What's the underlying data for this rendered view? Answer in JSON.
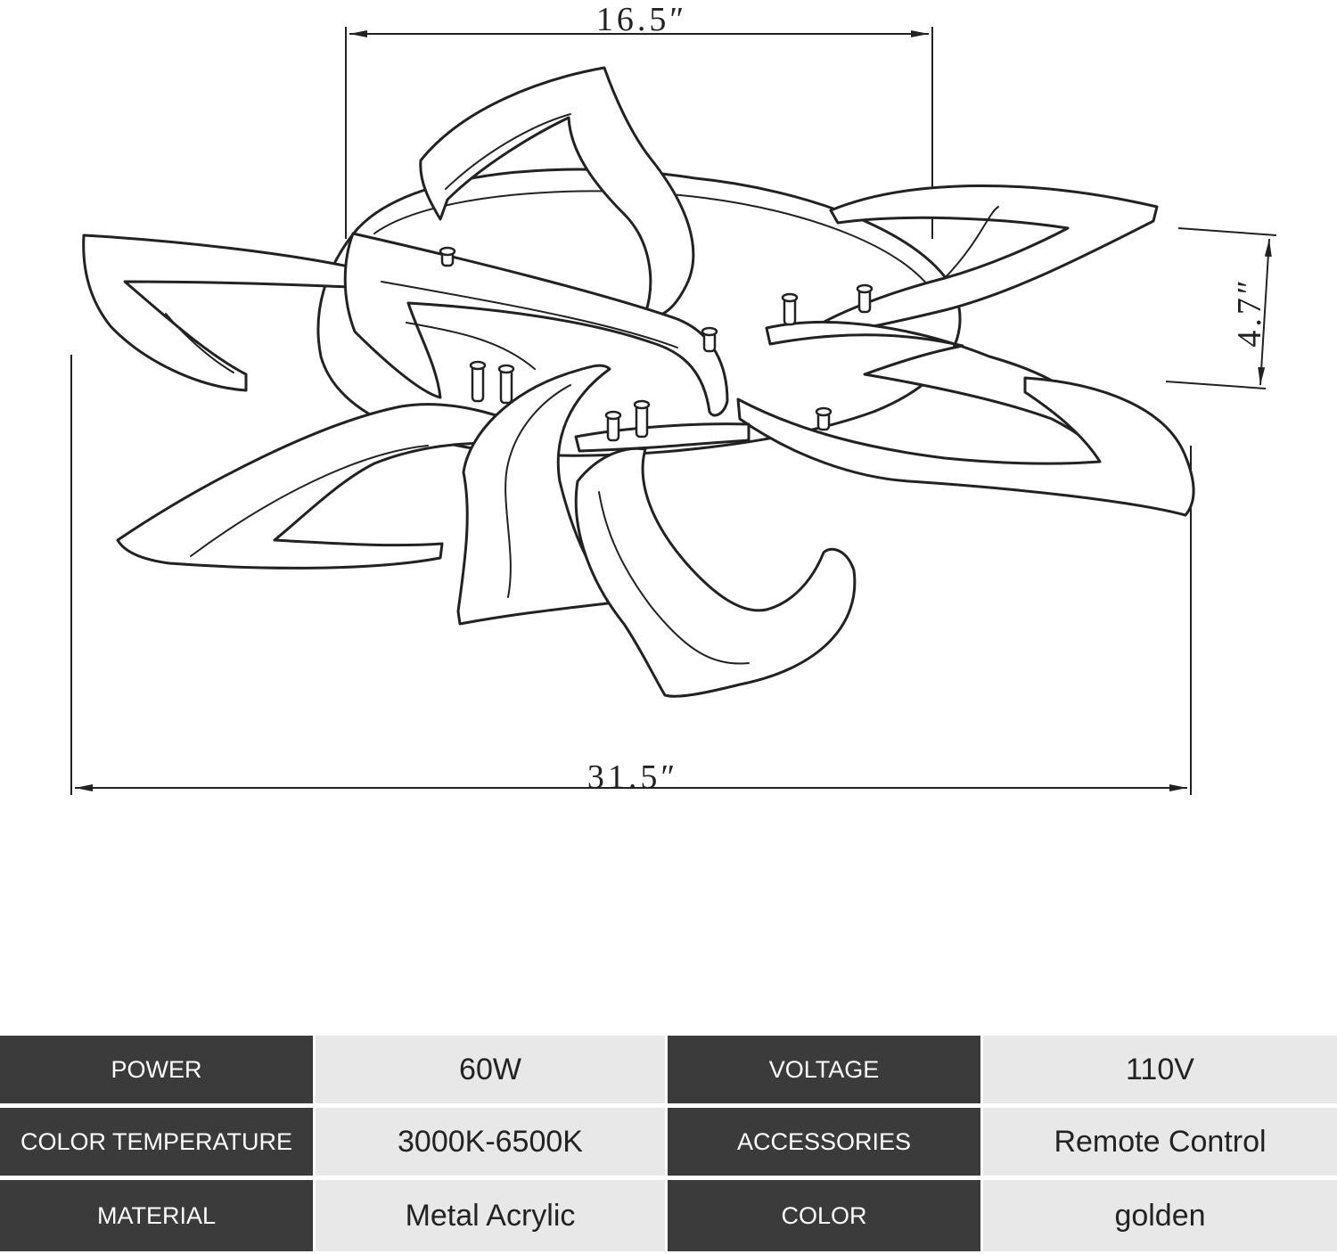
{
  "diagram": {
    "dimensions": {
      "top_width": "16.5″",
      "height": "4.7″",
      "overall_width": "31.5″"
    }
  },
  "specs": {
    "rows": [
      {
        "label1": "POWER",
        "value1": "60W",
        "label2": "VOLTAGE",
        "value2": "110V"
      },
      {
        "label1": "COLOR TEMPERATURE",
        "value1": "3000K-6500K",
        "label2": "ACCESSORIES",
        "value2": "Remote Control"
      },
      {
        "label1": "MATERIAL",
        "value1": "Metal Acrylic",
        "label2": "COLOR",
        "value2": "golden"
      }
    ]
  },
  "colors": {
    "label_bg": "#3b3b3b",
    "value_bg": "#e8e8e8",
    "line": "#222222"
  }
}
